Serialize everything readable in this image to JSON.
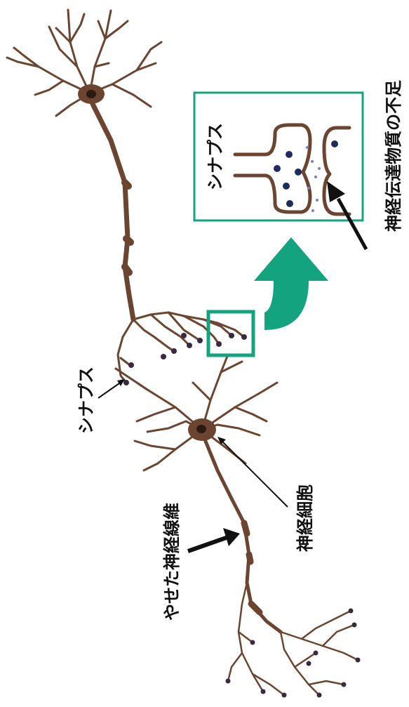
{
  "colors": {
    "neuron": "#6b4530",
    "nucleus": "#2b1a12",
    "vesicle": "#1d2b5e",
    "teal": "#14a37f",
    "text": "#111111"
  },
  "labels": {
    "synapse_inset": "シナプス",
    "neurotransmitter_deficiency": "神経伝達物質の不足",
    "synapse": "シナプス",
    "neuron_cell": "神経細胞",
    "thin_nerve_fiber": "やせた神経線維"
  }
}
